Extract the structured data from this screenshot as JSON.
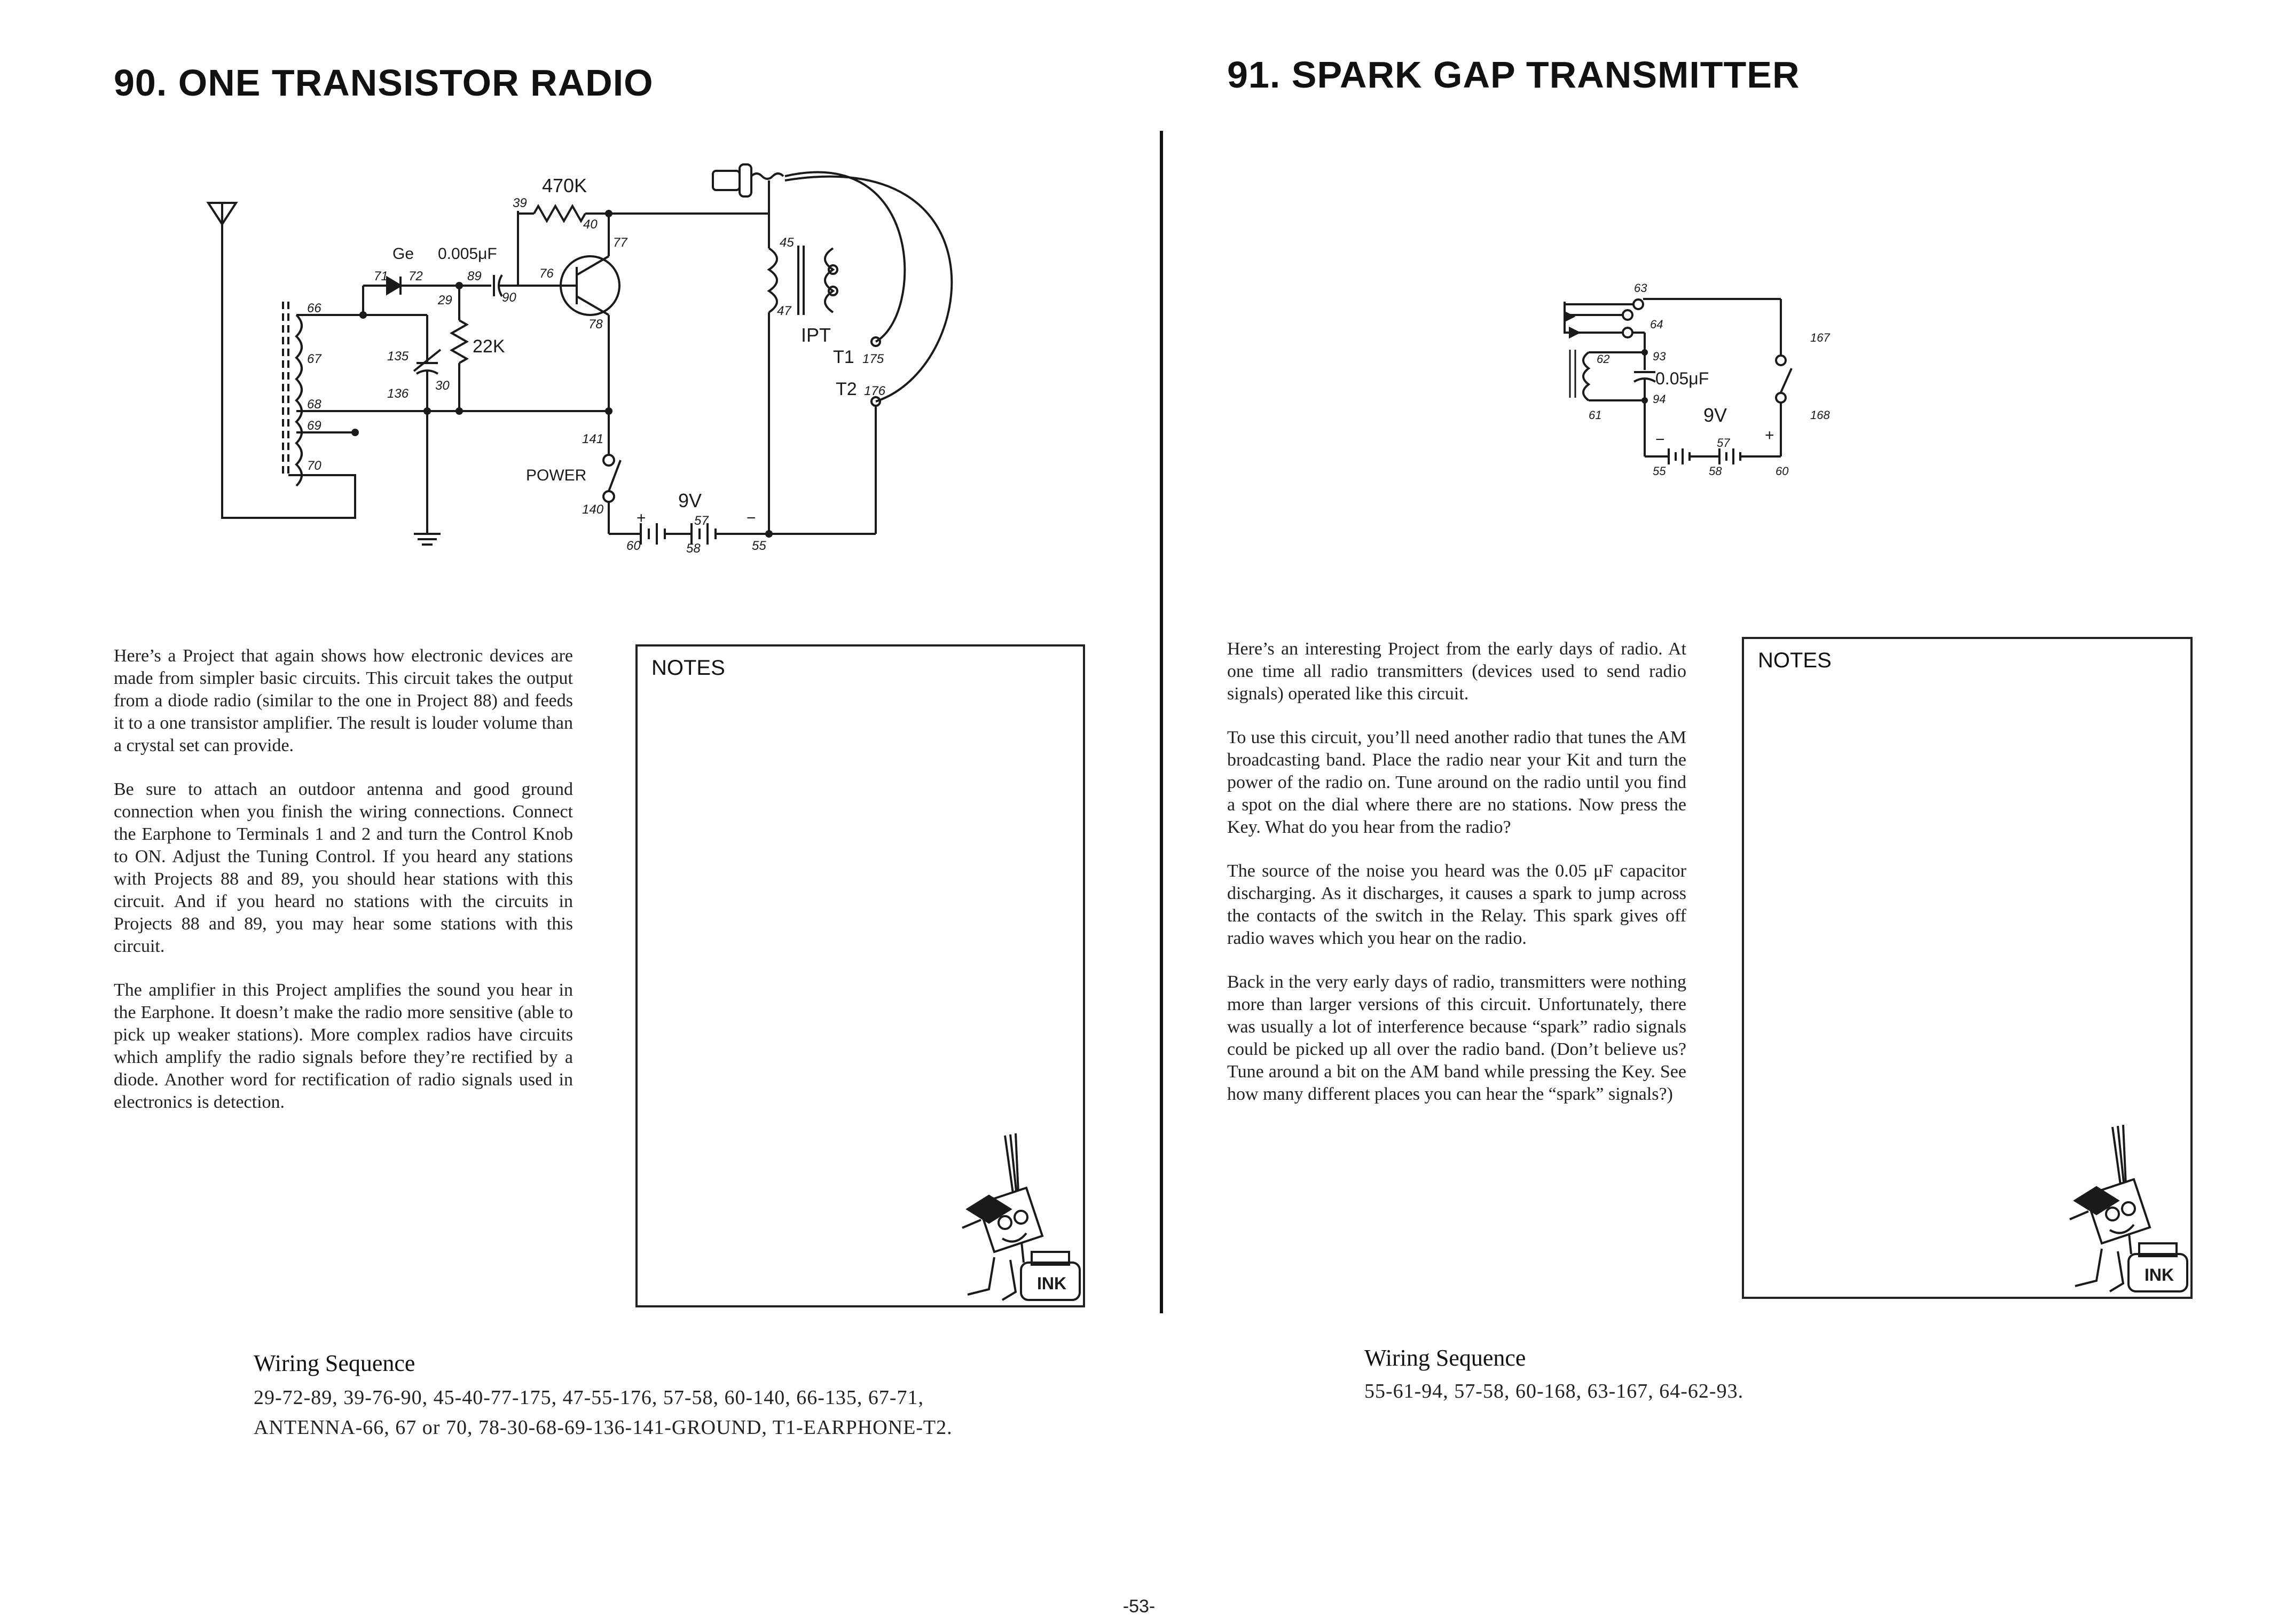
{
  "left": {
    "title": "90. ONE TRANSISTOR RADIO",
    "schematic": {
      "res_470k": "470K",
      "ge": "Ge",
      "cap_0005": "0.005μF",
      "res_22k": "22K",
      "ipt": "IPT",
      "t1": "T1",
      "t2": "T2",
      "power": "POWER",
      "battery_9v": "9V",
      "plus": "+",
      "minus": "−",
      "n39": "39",
      "n40": "40",
      "n77": "77",
      "n45": "45",
      "n47": "47",
      "n71": "71",
      "n72": "72",
      "n29": "29",
      "n89": "89",
      "n90": "90",
      "n76": "76",
      "n78": "78",
      "n66": "66",
      "n67": "67",
      "n68": "68",
      "n69": "69",
      "n70": "70",
      "n135": "135",
      "n136": "136",
      "n30": "30",
      "n141": "141",
      "n140": "140",
      "n60": "60",
      "n57": "57",
      "n58": "58",
      "n55": "55",
      "n175": "175",
      "n176": "176"
    },
    "paragraphs": [
      "Here’s a Project that again shows how electronic devices are made from simpler basic circuits. This circuit takes the output from a diode radio (similar to the one in Project 88) and feeds it to a one transistor amplifier. The result is louder volume than a crystal set can provide.",
      "Be sure to attach an outdoor antenna and good ground connection when you finish the wiring connections. Connect the Earphone to Terminals 1 and 2 and turn the Control Knob to ON. Adjust the Tuning Control. If you heard any stations with Projects 88 and 89, you should hear stations with this circuit. And if you heard no stations with the circuits in Projects 88 and 89, you may hear some stations with this circuit.",
      "The amplifier in this Project amplifies the sound you hear in the Earphone. It doesn’t make the radio more sensitive (able to pick up weaker stations). More complex radios have circuits which amplify the radio signals before they’re rectified by a diode. Another word for rectification of radio signals used in electronics is detection."
    ],
    "notes_label": "NOTES",
    "wiring_title": "Wiring Sequence",
    "wiring_body": "29-72-89, 39-76-90, 45-40-77-175, 47-55-176, 57-58, 60-140, 66-135, 67-71, ANTENNA-66, 67 or 70, 78-30-68-69-136-141-GROUND, T1-EARPHONE-T2."
  },
  "right": {
    "title": "91. SPARK GAP TRANSMITTER",
    "schematic": {
      "cap_005": "0.05μF",
      "battery_9v": "9V",
      "plus": "+",
      "minus": "−",
      "n63": "63",
      "n64": "64",
      "n62": "62",
      "n93": "93",
      "n94": "94",
      "n61": "61",
      "n55": "55",
      "n57": "57",
      "n58": "58",
      "n60": "60",
      "n167": "167",
      "n168": "168"
    },
    "paragraphs": [
      "Here’s an interesting Project from the early days of radio. At one time all radio transmitters (devices used to send radio signals) operated like this circuit.",
      "To use this circuit, you’ll need another radio that tunes the AM broadcasting band. Place the radio near your Kit and turn the power of the radio on. Tune around on the radio until you find a spot on the dial where there are no stations. Now press the Key. What do you hear from the radio?",
      "The source of the noise you heard was the 0.05 μF capacitor discharging. As it discharges, it causes a spark to jump across the contacts of the switch in the Relay. This spark gives off radio waves which you hear on the radio.",
      "Back in the very early days of radio, transmitters were nothing more than larger versions of this circuit. Unfortunately, there was usually a lot of interference because “spark” radio signals could be picked up all over the radio band. (Don’t believe us? Tune around a bit on the AM band while pressing the Key. See how many different places you can hear the “spark” signals?)"
    ],
    "notes_label": "NOTES",
    "wiring_title": "Wiring Sequence",
    "wiring_body": "55-61-94, 57-58, 60-168, 63-167, 64-62-93."
  },
  "mascot": {
    "ink_label": "INK"
  },
  "page_number": "-53-"
}
